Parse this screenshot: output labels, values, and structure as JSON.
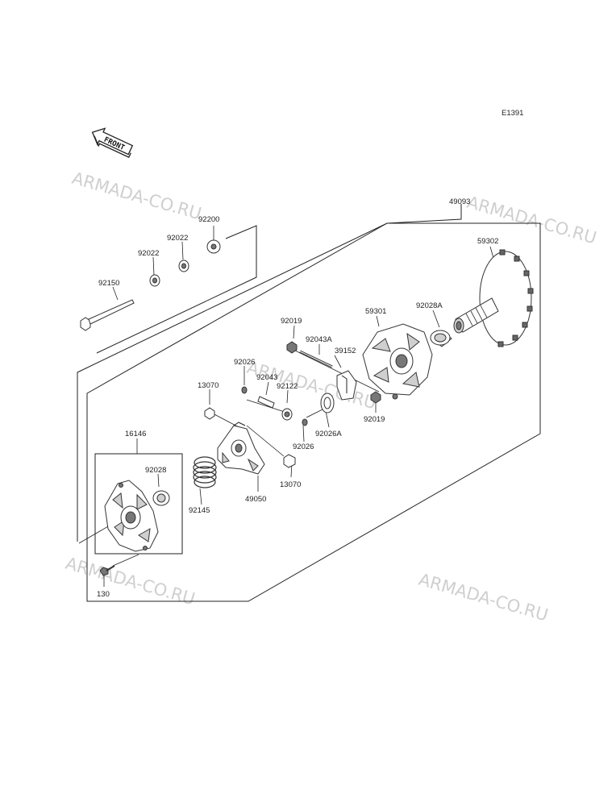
{
  "diagram_code": "E1391",
  "front_label": "FRONT",
  "watermarks": [
    "ARMADA-CO.RU",
    "ARMADA-CO.RU",
    "ARMADA-CO.RU",
    "ARMADA-CO.RU",
    "ARMADA-CO.RU"
  ],
  "parts": {
    "p49093": "49093",
    "p59302": "59302",
    "p92028A": "92028A",
    "p59301": "59301",
    "p92019a": "92019",
    "p92043A": "92043A",
    "p39152": "39152",
    "p92019b": "92019",
    "p92026A": "92026A",
    "p92026a": "92026",
    "p92043": "92043",
    "p92122": "92122",
    "p92026b": "92026",
    "p13070a": "13070",
    "p13070b": "13070",
    "p49050": "49050",
    "p92145": "92145",
    "p16146": "16146",
    "p92028": "92028",
    "p130": "130",
    "p92200": "92200",
    "p92022a": "92022",
    "p92022b": "92022",
    "p92150": "92150"
  }
}
